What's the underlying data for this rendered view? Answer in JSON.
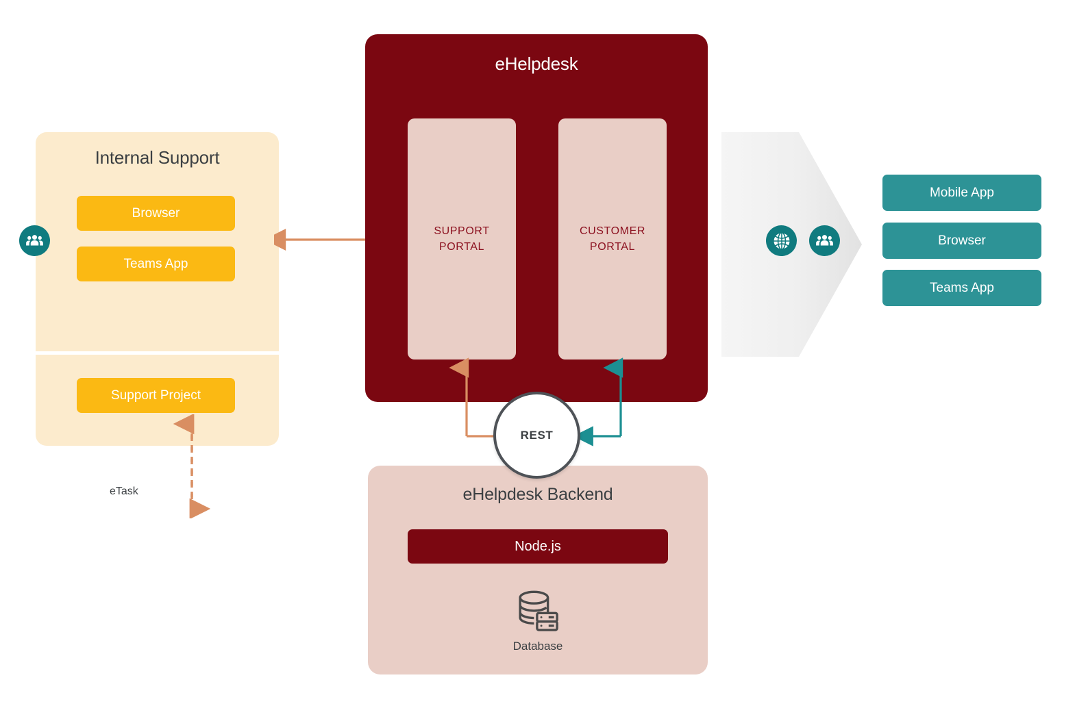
{
  "diagram": {
    "internal_support": {
      "title": "Internal Support",
      "actor_icon": "people-icon",
      "clients": [
        {
          "label": "Browser"
        },
        {
          "label": "Teams App"
        }
      ],
      "project": {
        "label": "Support Project"
      },
      "connector_label": "eTask"
    },
    "ehelpdesk": {
      "title": "eHelpdesk",
      "portals": [
        {
          "line1": "SUPPORT",
          "line2": "PORTAL"
        },
        {
          "line1": "CUSTOMER",
          "line2": "PORTAL"
        }
      ]
    },
    "rest": {
      "label": "REST"
    },
    "backend": {
      "title": "eHelpdesk Backend",
      "runtime": {
        "label": "Node.js"
      },
      "database": {
        "label": "Database",
        "icon": "database-icon"
      }
    },
    "external_access": {
      "icons": [
        {
          "name": "globe-icon"
        },
        {
          "name": "people-icon"
        }
      ],
      "clients": [
        {
          "label": "Mobile App"
        },
        {
          "label": "Browser"
        },
        {
          "label": "Teams App"
        }
      ]
    },
    "colors": {
      "brand_dark_red": "#7B0711",
      "portal_pink": "#E9CEC6",
      "amber": "#FBB913",
      "cream": "#FCEBCD",
      "teal": "#2D9396",
      "badge_teal": "#107B7F",
      "arrow_salmon": "#D98E62",
      "arrow_teal": "#1C8F92",
      "text_dark": "#3C4043",
      "portal_text": "#8C1120"
    }
  }
}
